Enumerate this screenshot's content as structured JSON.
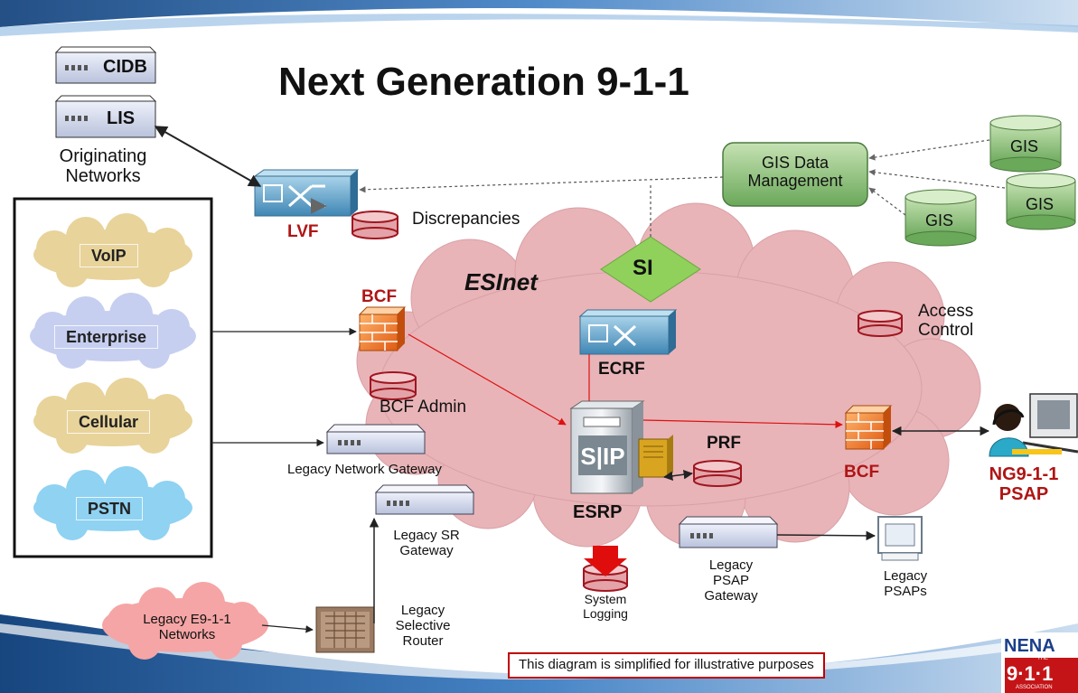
{
  "title": "Next Generation 9-1-1",
  "db": {
    "cidb": "CIDB",
    "lis": "LIS"
  },
  "originating": "Originating\nNetworks",
  "lvf": "LVF",
  "discrepancies": "Discrepancies",
  "esinet": "ESInet",
  "si": "SI",
  "gis_mgmt": "GIS Data\nManagement",
  "gis": [
    "GIS",
    "GIS",
    "GIS"
  ],
  "bcf_left": "BCF",
  "bcf_admin": "BCF Admin",
  "ecrf": "ECRF",
  "access_control": "Access\nControl",
  "esrp": "ESRP",
  "prf": "PRF",
  "bcf_right": "BCF",
  "psap": "NG9-1-1\nPSAP",
  "networks": [
    "VoIP",
    "Enterprise",
    "Cellular",
    "PSTN"
  ],
  "legacy_network_gateway": "Legacy Network Gateway",
  "legacy_sr_gateway": "Legacy SR\nGateway",
  "legacy_e911": "Legacy E9-1-1\nNetworks",
  "legacy_selective_router": "Legacy\nSelective\nRouter",
  "system_logging": "System\nLogging",
  "legacy_psap_gateway": "Legacy\nPSAP\nGateway",
  "legacy_psaps": "Legacy\nPSAPs",
  "note": "This diagram is simplified for illustrative purposes",
  "logo": {
    "name": "NENA",
    "the": "THE",
    "num": "9·1·1",
    "assoc": "ASSOCIATION"
  },
  "colors": {
    "accent_red": "#b01414",
    "esinet_cloud": "#e8b4b8",
    "swoosh": "#1e5a96",
    "gis_green": "#7bb16c"
  }
}
